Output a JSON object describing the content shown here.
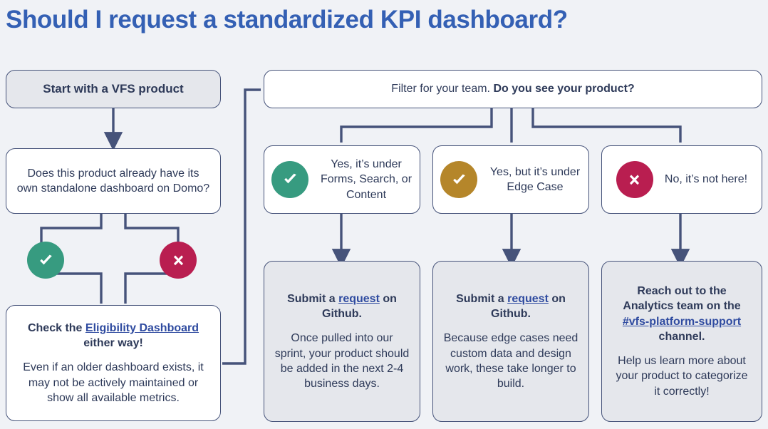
{
  "title": "Should I request a standardized KPI dashboard?",
  "colors": {
    "page_background": "#F0F2F6",
    "title_blue": "#3460B4",
    "outline": "#46537A",
    "text": "#2E3A59",
    "link": "#2F4BA0",
    "box_fill": "#E5E7EC",
    "success_green": "#379B80",
    "warning_amber": "#B5862A",
    "error_crimson": "#B91E50"
  },
  "flow": {
    "start": {
      "label": "Start with a VFS product"
    },
    "question": {
      "text": "Does this product already have its own standalone dashboard on Domo?"
    },
    "branch_yes": {
      "icon": "check-circle-icon",
      "meaning": "Yes"
    },
    "branch_no": {
      "icon": "x-circle-icon",
      "meaning": "No"
    },
    "eligibility": {
      "heading_prefix": "Check the ",
      "heading_link": "Eligibility Dashboard",
      "heading_suffix": " either way!",
      "body": "Even if an older dashboard exists, it may not be actively maintained or show all available metrics."
    },
    "filter": {
      "normal": "Filter for your team. ",
      "bold": "Do you see your product?"
    },
    "options": [
      {
        "id": "forms-search-content",
        "icon": "check-circle-icon",
        "icon_color": "#379B80",
        "label": "Yes, it’s under Forms, Search, or Content"
      },
      {
        "id": "edge-case",
        "icon": "check-circle-icon",
        "icon_color": "#B5862A",
        "label": "Yes, but it’s under Edge Case"
      },
      {
        "id": "not-here",
        "icon": "x-circle-icon",
        "icon_color": "#B91E50",
        "label": "No, it’s not here!"
      }
    ],
    "outcomes": [
      {
        "id": "outcome-forms-search-content",
        "heading_prefix": "Submit a ",
        "heading_link": "request",
        "heading_suffix": " on Github.",
        "body": "Once pulled into our sprint, your product should be added in the next 2-4 business days."
      },
      {
        "id": "outcome-edge-case",
        "heading_prefix": "Submit a ",
        "heading_link": "request",
        "heading_suffix": " on Github.",
        "body": "Because edge cases need custom data and design work, these take longer to build."
      },
      {
        "id": "outcome-not-here",
        "heading_prefix": "Reach out to the Analytics team on the ",
        "heading_link": "#vfs-platform-support",
        "heading_suffix": " channel.",
        "body": "Help us  learn more about your product to categorize it correctly!"
      }
    ]
  }
}
